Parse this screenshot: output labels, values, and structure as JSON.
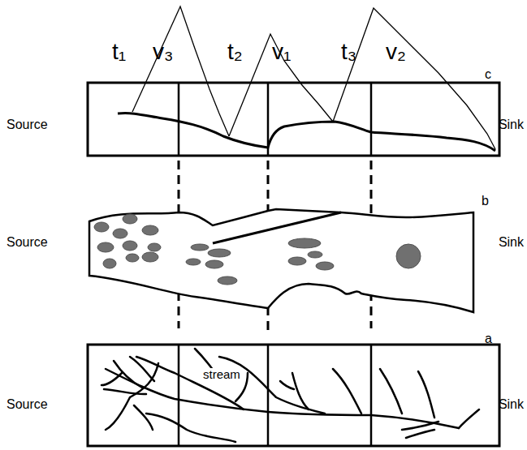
{
  "diagram": {
    "labels": [
      "t₁",
      "v₃",
      "t₂",
      "v₁",
      "t₃",
      "v₂",
      "c",
      "b",
      "a",
      "Source",
      "Sink",
      "Source",
      "Sink",
      "Source",
      "Sink",
      "stream"
    ]
  }
}
